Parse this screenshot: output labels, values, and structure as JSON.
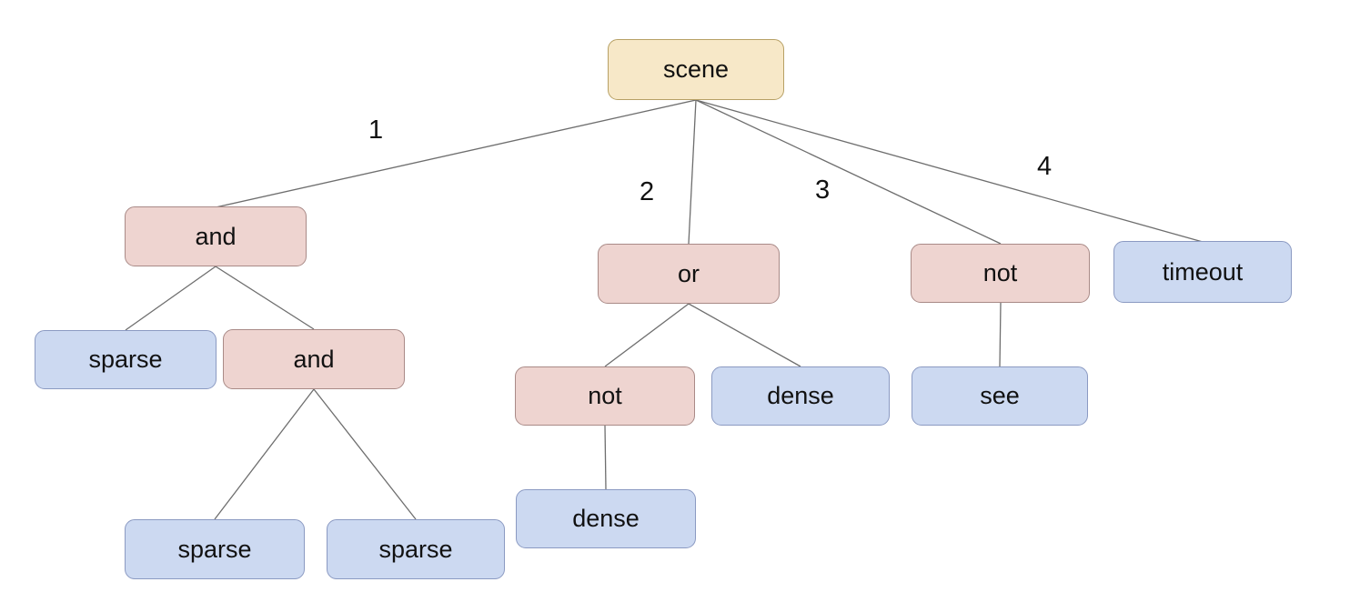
{
  "diagram": {
    "type": "tree",
    "colors": {
      "root_fill": "#f7e8c8",
      "operator_fill": "#eed4d0",
      "leaf_fill": "#ccd9f1",
      "edge_stroke": "#6e6e6e"
    },
    "tree": {
      "label": "scene",
      "children": [
        {
          "edge_label": "1",
          "label": "and",
          "children": [
            {
              "label": "sparse",
              "children": []
            },
            {
              "label": "and",
              "children": [
                {
                  "label": "sparse",
                  "children": []
                },
                {
                  "label": "sparse",
                  "children": []
                }
              ]
            }
          ]
        },
        {
          "edge_label": "2",
          "label": "or",
          "children": [
            {
              "label": "not",
              "children": [
                {
                  "label": "dense",
                  "children": []
                }
              ]
            },
            {
              "label": "dense",
              "children": []
            }
          ]
        },
        {
          "edge_label": "3",
          "label": "not",
          "children": [
            {
              "label": "see",
              "children": []
            }
          ]
        },
        {
          "edge_label": "4",
          "label": "timeout",
          "children": []
        }
      ]
    }
  }
}
